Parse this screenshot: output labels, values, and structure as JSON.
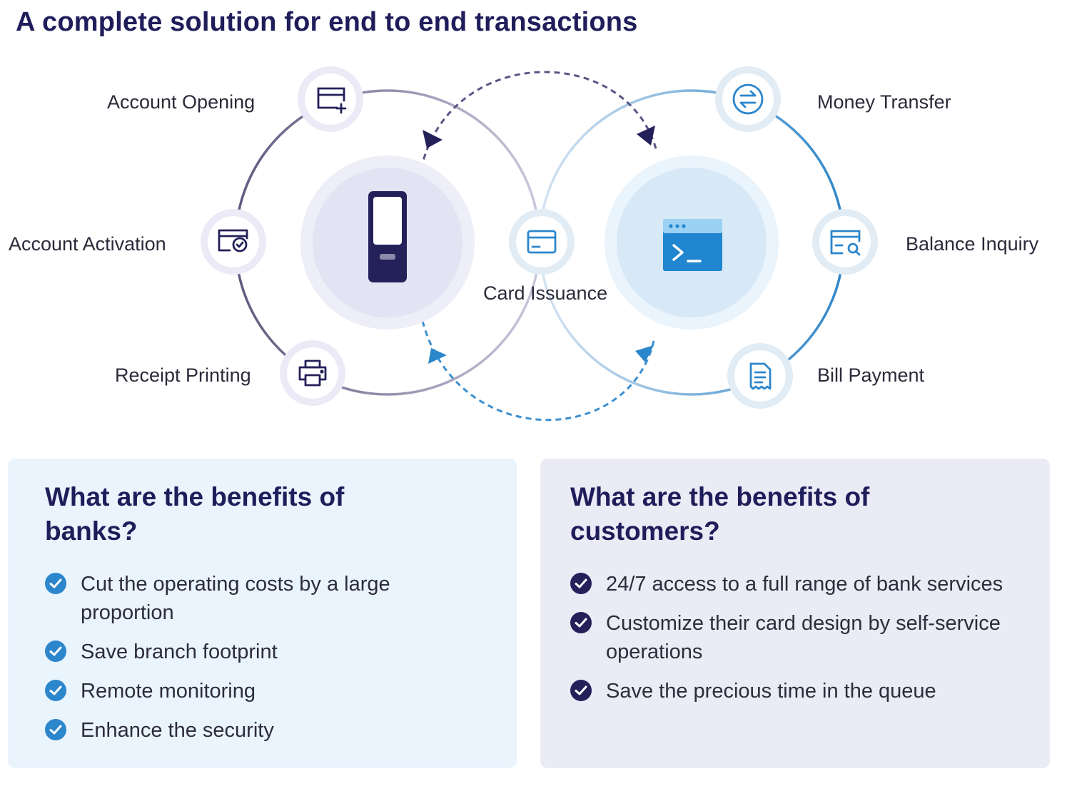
{
  "title": "A complete solution for end to end transactions",
  "diagram": {
    "left_services": [
      {
        "label": "Account Opening",
        "icon": "card-add-icon"
      },
      {
        "label": "Account Activation",
        "icon": "card-check-icon"
      },
      {
        "label": "Receipt Printing",
        "icon": "printer-icon"
      }
    ],
    "right_services": [
      {
        "label": "Money Transfer",
        "icon": "transfer-arrows-icon"
      },
      {
        "label": "Balance Inquiry",
        "icon": "card-search-icon"
      },
      {
        "label": "Bill Payment",
        "icon": "receipt-icon"
      }
    ],
    "center_label": "Card Issuance",
    "center_icon": "credit-card-icon",
    "left_hub_icon": "kiosk-icon",
    "right_hub_icon": "terminal-window-icon",
    "colors": {
      "navy": "#24205a",
      "blue": "#2c86cc",
      "light_blue": "#dbeaf7",
      "lavender": "#e4e5f3"
    }
  },
  "banks": {
    "heading": "What are the benefits of banks?",
    "items": [
      "Cut the operating costs by a large proportion",
      "Save branch footprint",
      "Remote monitoring",
      "Enhance the security"
    ]
  },
  "customers": {
    "heading": "What are the benefits of customers?",
    "items": [
      "24/7 access to a full range of bank services",
      "Customize their card design by self-service operations",
      "Save the precious time in the queue"
    ]
  }
}
